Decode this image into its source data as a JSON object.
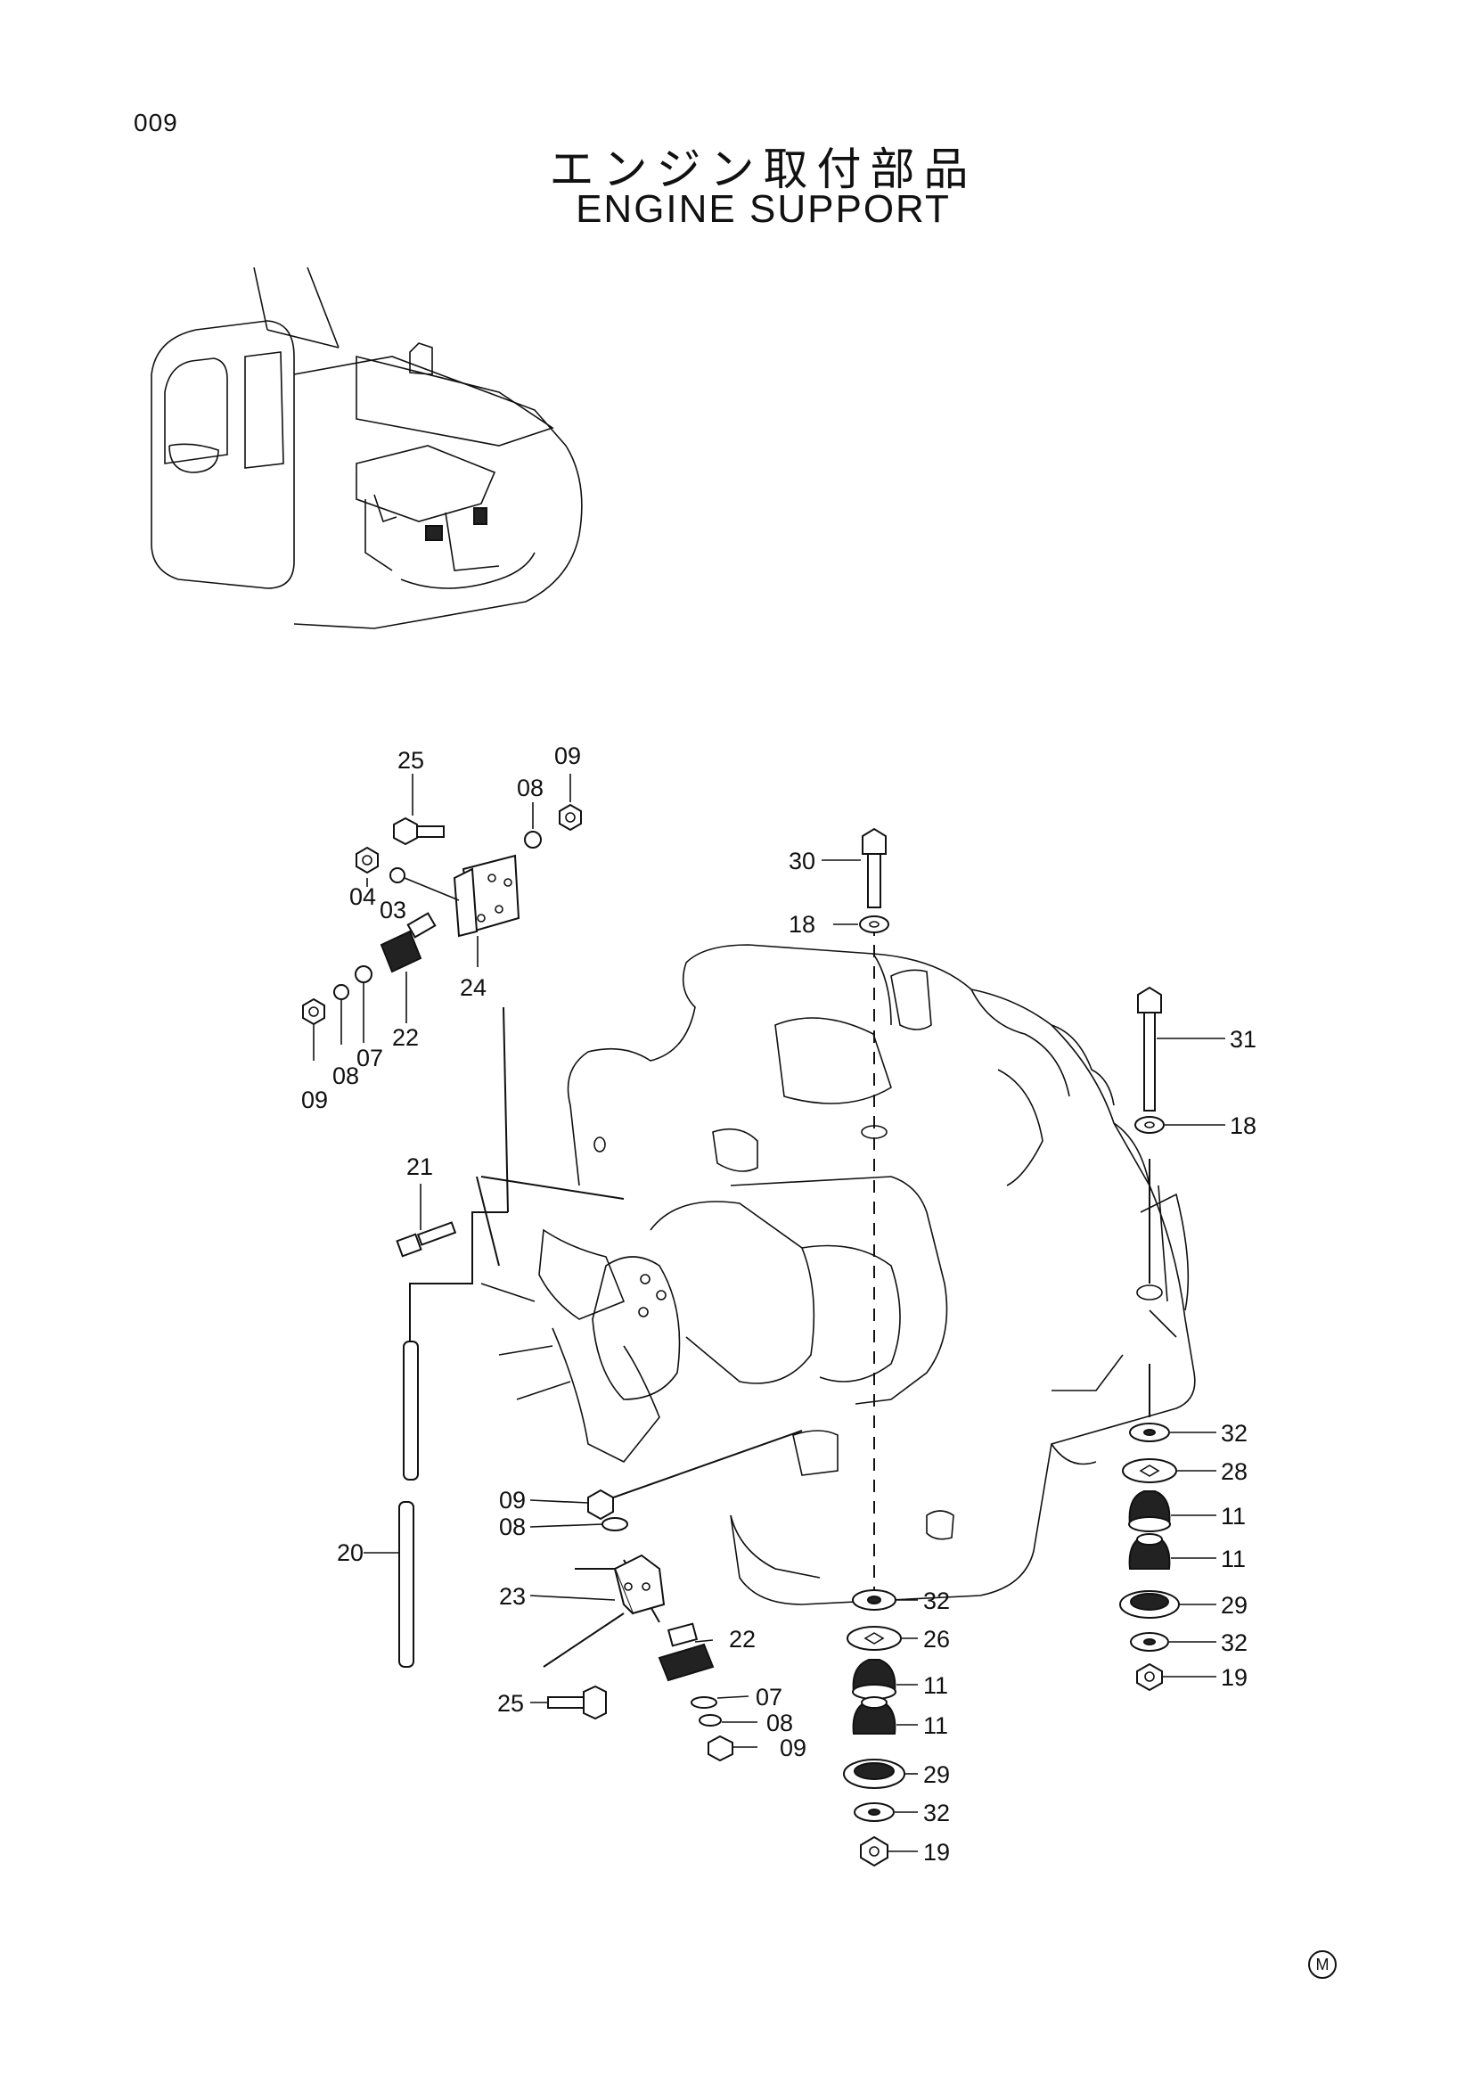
{
  "page_number": "009",
  "title_ja": "エンジン取付部品",
  "title_en": "ENGINE SUPPORT",
  "corner_mark": "M",
  "callouts": [
    {
      "id": "c25a",
      "text": "25"
    },
    {
      "id": "c09a",
      "text": "09"
    },
    {
      "id": "c08a",
      "text": "08"
    },
    {
      "id": "c04",
      "text": "04"
    },
    {
      "id": "c03",
      "text": "03"
    },
    {
      "id": "c24",
      "text": "24"
    },
    {
      "id": "c22a",
      "text": "22"
    },
    {
      "id": "c07a",
      "text": "07"
    },
    {
      "id": "c08b",
      "text": "08"
    },
    {
      "id": "c09b",
      "text": "09"
    },
    {
      "id": "c21",
      "text": "21"
    },
    {
      "id": "c20",
      "text": "20"
    },
    {
      "id": "c09c",
      "text": "09"
    },
    {
      "id": "c08c",
      "text": "08"
    },
    {
      "id": "c23",
      "text": "23"
    },
    {
      "id": "c22b",
      "text": "22"
    },
    {
      "id": "c25b",
      "text": "25"
    },
    {
      "id": "c07b",
      "text": "07"
    },
    {
      "id": "c08d",
      "text": "08"
    },
    {
      "id": "c09d",
      "text": "09"
    },
    {
      "id": "c30",
      "text": "30"
    },
    {
      "id": "c18a",
      "text": "18"
    },
    {
      "id": "c31",
      "text": "31"
    },
    {
      "id": "c18b",
      "text": "18"
    },
    {
      "id": "c32a",
      "text": "32"
    },
    {
      "id": "c28",
      "text": "28"
    },
    {
      "id": "c11a",
      "text": "11"
    },
    {
      "id": "c11b",
      "text": "11"
    },
    {
      "id": "c29a",
      "text": "29"
    },
    {
      "id": "c32b",
      "text": "32"
    },
    {
      "id": "c19a",
      "text": "19"
    },
    {
      "id": "c32c",
      "text": "32"
    },
    {
      "id": "c26",
      "text": "26"
    },
    {
      "id": "c11c",
      "text": "11"
    },
    {
      "id": "c11d",
      "text": "11"
    },
    {
      "id": "c29b",
      "text": "29"
    },
    {
      "id": "c32d",
      "text": "32"
    },
    {
      "id": "c19b",
      "text": "19"
    }
  ]
}
